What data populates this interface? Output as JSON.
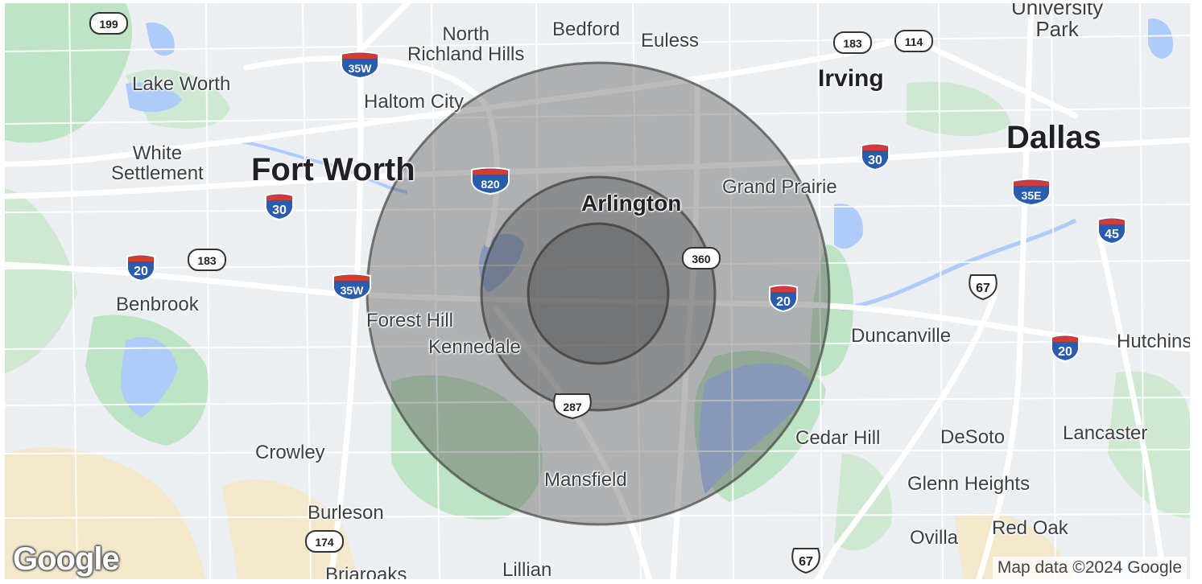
{
  "map": {
    "colors": {
      "land": "#eceff1",
      "park": "#bfe3c5",
      "water": "#aecbfa",
      "desert": "#f3e7cc",
      "road": "#ffffff",
      "radius_fill": "#3c3c3c",
      "radius_stroke": "#3a3a3a"
    },
    "cities": [
      {
        "id": "university-park",
        "name": "University\nPark",
        "size": 26
      },
      {
        "id": "north-richland-hills",
        "name": "North\nRichland Hills",
        "size": 24
      },
      {
        "id": "bedford",
        "name": "Bedford",
        "size": 24
      },
      {
        "id": "euless",
        "name": "Euless",
        "size": 24
      },
      {
        "id": "irving",
        "name": "Irving",
        "size": 30,
        "major": true
      },
      {
        "id": "lake-worth",
        "name": "Lake Worth",
        "size": 24
      },
      {
        "id": "haltom-city",
        "name": "Haltom City",
        "size": 24
      },
      {
        "id": "dallas",
        "name": "Dallas",
        "size": 40,
        "major": true
      },
      {
        "id": "white-settlement",
        "name": "White\nSettlement",
        "size": 24
      },
      {
        "id": "fort-worth",
        "name": "Fort Worth",
        "size": 40,
        "major": true
      },
      {
        "id": "arlington",
        "name": "Arlington",
        "size": 28,
        "major": true
      },
      {
        "id": "grand-prairie",
        "name": "Grand Prairie",
        "size": 24
      },
      {
        "id": "benbrook",
        "name": "Benbrook",
        "size": 24
      },
      {
        "id": "forest-hill",
        "name": "Forest Hill",
        "size": 24
      },
      {
        "id": "kennedale",
        "name": "Kennedale",
        "size": 24
      },
      {
        "id": "duncanville",
        "name": "Duncanville",
        "size": 24
      },
      {
        "id": "hutchins",
        "name": "Hutchins",
        "size": 24
      },
      {
        "id": "cedar-hill",
        "name": "Cedar Hill",
        "size": 24
      },
      {
        "id": "desoto",
        "name": "DeSoto",
        "size": 24
      },
      {
        "id": "lancaster",
        "name": "Lancaster",
        "size": 24
      },
      {
        "id": "crowley",
        "name": "Crowley",
        "size": 24
      },
      {
        "id": "mansfield",
        "name": "Mansfield",
        "size": 24
      },
      {
        "id": "glenn-heights",
        "name": "Glenn Heights",
        "size": 24
      },
      {
        "id": "burleson",
        "name": "Burleson",
        "size": 24
      },
      {
        "id": "red-oak",
        "name": "Red Oak",
        "size": 24
      },
      {
        "id": "ovilla",
        "name": "Ovilla",
        "size": 24
      },
      {
        "id": "lillian",
        "name": "Lillian",
        "size": 24
      },
      {
        "id": "briaroaks",
        "name": "Briaroaks",
        "size": 24
      }
    ],
    "shields": [
      {
        "id": "199",
        "type": "state",
        "label": "199"
      },
      {
        "id": "35w-n",
        "type": "interstate",
        "label": "35W"
      },
      {
        "id": "183-ne",
        "type": "state",
        "label": "183"
      },
      {
        "id": "114",
        "type": "state",
        "label": "114"
      },
      {
        "id": "820",
        "type": "interstate",
        "label": "820"
      },
      {
        "id": "30-dallas",
        "type": "interstate",
        "label": "30"
      },
      {
        "id": "30-fw",
        "type": "interstate",
        "label": "30"
      },
      {
        "id": "35e",
        "type": "interstate",
        "label": "35E"
      },
      {
        "id": "20-west",
        "type": "interstate",
        "label": "20"
      },
      {
        "id": "183-w",
        "type": "state",
        "label": "183"
      },
      {
        "id": "45",
        "type": "interstate",
        "label": "45"
      },
      {
        "id": "360",
        "type": "state",
        "label": "360"
      },
      {
        "id": "35w-s",
        "type": "interstate",
        "label": "35W"
      },
      {
        "id": "67-n",
        "type": "us",
        "label": "67"
      },
      {
        "id": "20-mid",
        "type": "interstate",
        "label": "20"
      },
      {
        "id": "20-east",
        "type": "interstate",
        "label": "20"
      },
      {
        "id": "287",
        "type": "us",
        "label": "287"
      },
      {
        "id": "174",
        "type": "state",
        "label": "174"
      },
      {
        "id": "67-s",
        "type": "us",
        "label": "67"
      }
    ],
    "logo_text": "Google",
    "attribution": "Map data ©2024 Google"
  }
}
